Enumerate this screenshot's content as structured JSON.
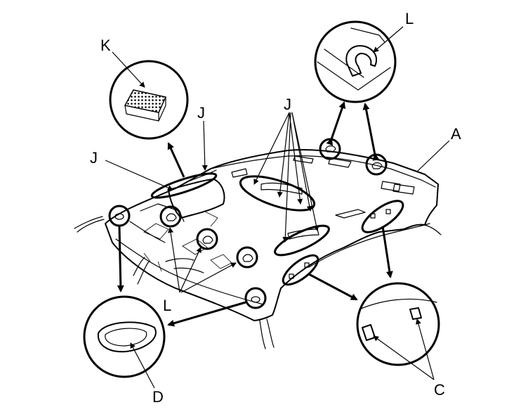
{
  "labels": {
    "A": "A",
    "C": "C",
    "D": "D",
    "J_left": "J",
    "J_mid": "J",
    "J_right": "J",
    "K": "K",
    "L_top": "L",
    "L_bottom": "L"
  },
  "colors": {
    "ink": "#000000",
    "paper": "#ffffff"
  }
}
